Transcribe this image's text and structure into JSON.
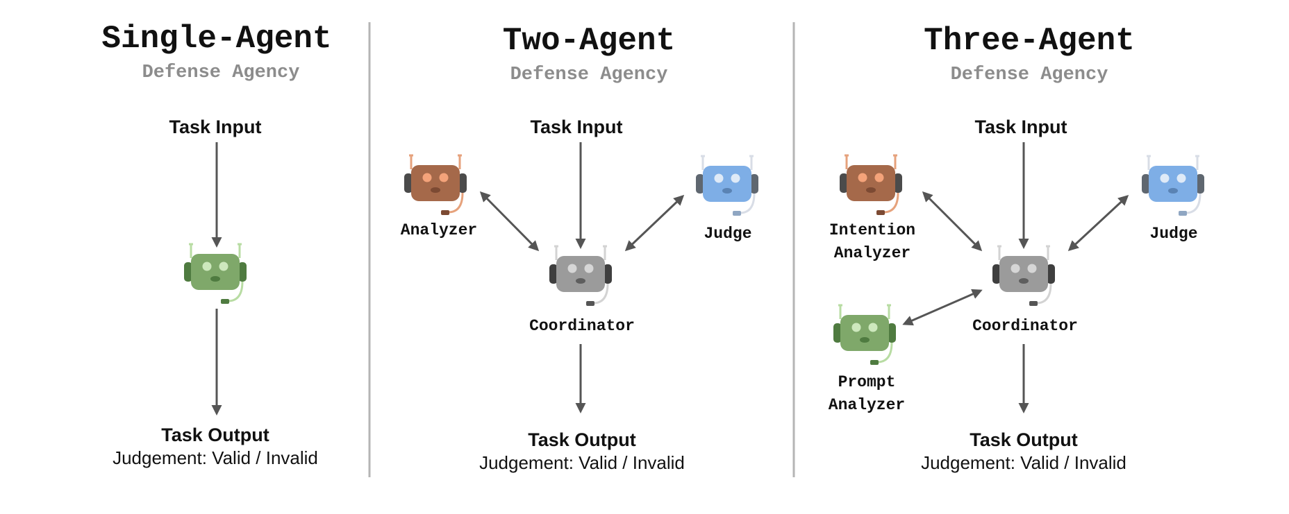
{
  "panels": [
    {
      "title": "Single-Agent",
      "subtitle": "Defense Agency",
      "input": "Task Input",
      "output": "Task Output",
      "judgement": "Judgement: Valid / Invalid",
      "agents": [
        {
          "role": "single",
          "label": "",
          "color": "green"
        }
      ]
    },
    {
      "title": "Two-Agent",
      "subtitle": "Defense Agency",
      "input": "Task Input",
      "output": "Task Output",
      "judgement": "Judgement: Valid / Invalid",
      "agents": [
        {
          "role": "analyzer",
          "label": "Analyzer",
          "color": "brown"
        },
        {
          "role": "judge",
          "label": "Judge",
          "color": "blue"
        },
        {
          "role": "coordinator",
          "label": "Coordinator",
          "color": "gray"
        }
      ]
    },
    {
      "title": "Three-Agent",
      "subtitle": "Defense Agency",
      "input": "Task Input",
      "output": "Task Output",
      "judgement": "Judgement: Valid / Invalid",
      "agents": [
        {
          "role": "intention",
          "label_line1": "Intention",
          "label_line2": "Analyzer",
          "color": "brown"
        },
        {
          "role": "judge",
          "label": "Judge",
          "color": "blue"
        },
        {
          "role": "coordinator",
          "label": "Coordinator",
          "color": "gray"
        },
        {
          "role": "prompt",
          "label_line1": "Prompt",
          "label_line2": "Analyzer",
          "color": "green"
        }
      ]
    }
  ],
  "colors": {
    "green": "#7fa86a",
    "brown": "#a5694a",
    "blue": "#7eaee6",
    "gray": "#9b9b9b",
    "arrow": "#555555",
    "divider": "#b5b5b5",
    "subtitle": "#8c8c8c"
  },
  "icons": {
    "agent": "robot-headset-icon"
  }
}
